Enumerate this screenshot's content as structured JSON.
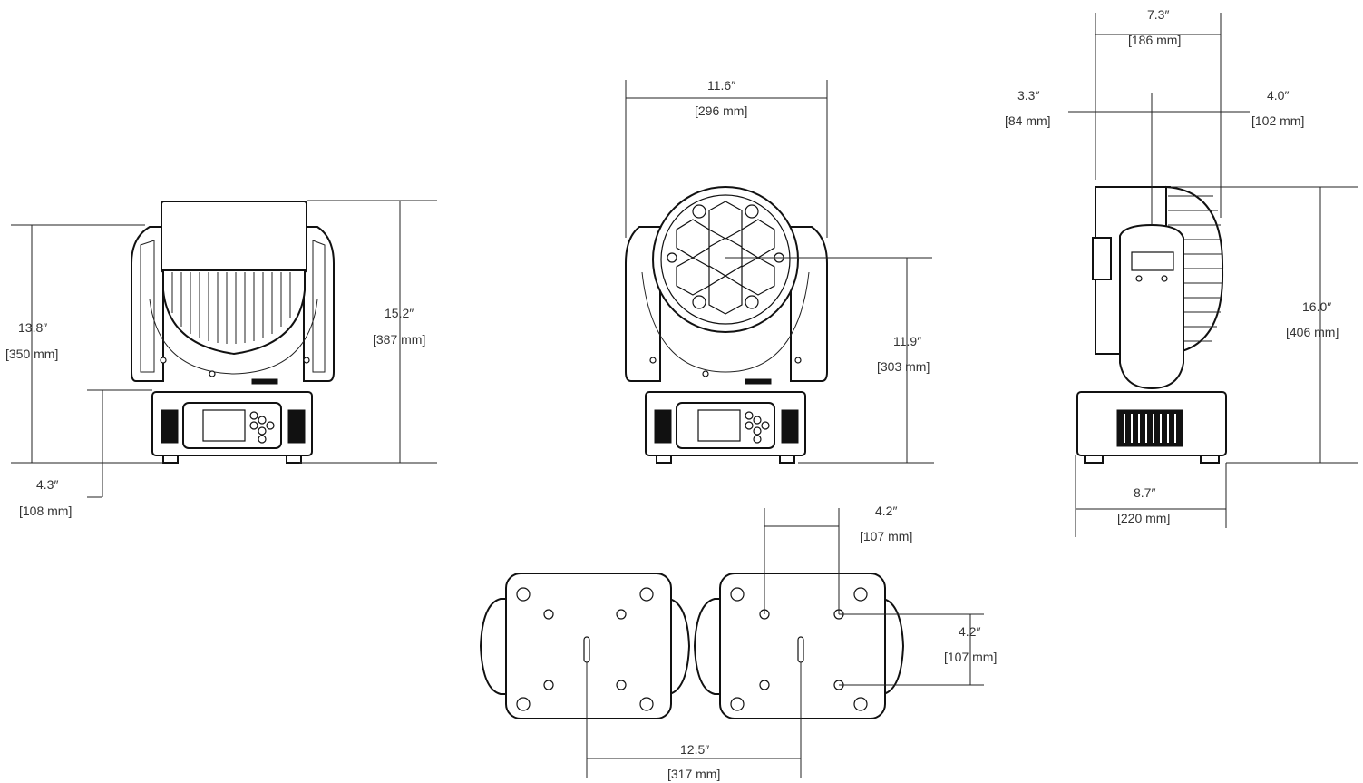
{
  "views": {
    "front": {
      "height_total": {
        "in": "15.2″",
        "mm": "[387 mm]"
      },
      "height_pivot": {
        "in": "13.8″",
        "mm": "[350 mm]"
      },
      "base_height": {
        "in": "4.3″",
        "mm": "[108 mm]"
      }
    },
    "lens": {
      "width": {
        "in": "11.6″",
        "mm": "[296 mm]"
      },
      "pivot_height": {
        "in": "11.9″",
        "mm": "[303 mm]"
      }
    },
    "side": {
      "depth": {
        "in": "7.3″",
        "mm": "[186 mm]"
      },
      "rear_offset": {
        "in": "3.3″",
        "mm": "[84 mm]"
      },
      "front_offset": {
        "in": "4.0″",
        "mm": "[102 mm]"
      },
      "height": {
        "in": "16.0″",
        "mm": "[406 mm]"
      },
      "base_width": {
        "in": "8.7″",
        "mm": "[220 mm]"
      }
    },
    "bottom": {
      "hole_spacing_x": {
        "in": "4.2″",
        "mm": "[107 mm]"
      },
      "hole_spacing_y": {
        "in": "4.2″",
        "mm": "[107 mm]"
      },
      "handle_spacing": {
        "in": "12.5″",
        "mm": "[317 mm]"
      }
    }
  }
}
